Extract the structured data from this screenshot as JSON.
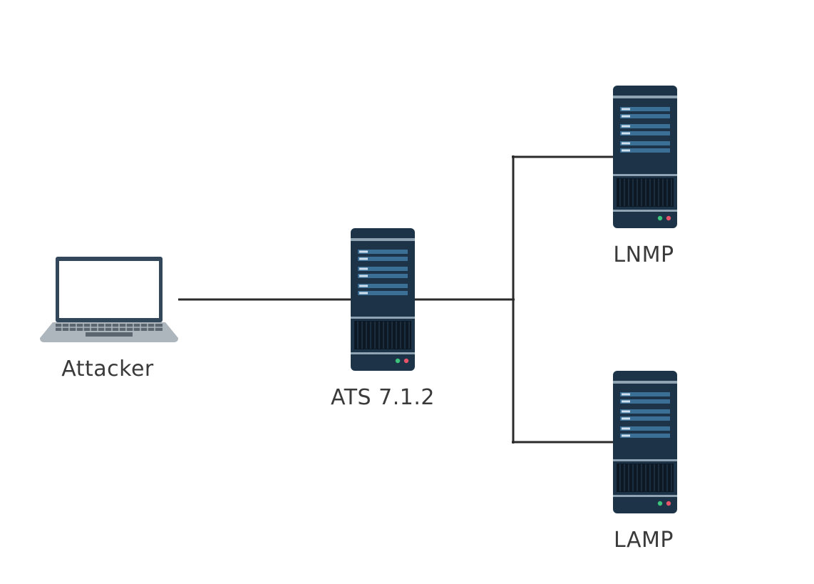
{
  "nodes": {
    "attacker": {
      "label": "Attacker",
      "icon": "laptop-icon"
    },
    "ats": {
      "label": "ATS 7.1.2",
      "icon": "server-icon"
    },
    "lnmp": {
      "label": "LNMP",
      "icon": "server-icon"
    },
    "lamp": {
      "label": "LAMP",
      "icon": "server-icon"
    }
  },
  "connections": [
    {
      "from": "attacker",
      "to": "ats"
    },
    {
      "from": "ats",
      "to": "lnmp"
    },
    {
      "from": "ats",
      "to": "lamp"
    }
  ],
  "colors": {
    "server_body": "#1d3347",
    "server_slot": "#3b6f96",
    "server_slot_highlight": "#cfe0ee",
    "server_vent": "#0c1824",
    "server_stripe": "#8fa3b3",
    "led_green": "#3cc47c",
    "led_red": "#e8536a",
    "laptop_frame": "#33475b",
    "laptop_screen": "#ffffff",
    "laptop_base": "#aeb6bd",
    "laptop_keys": "#5c6670",
    "line": "#2b2b2b",
    "label": "#3a3a3a"
  }
}
